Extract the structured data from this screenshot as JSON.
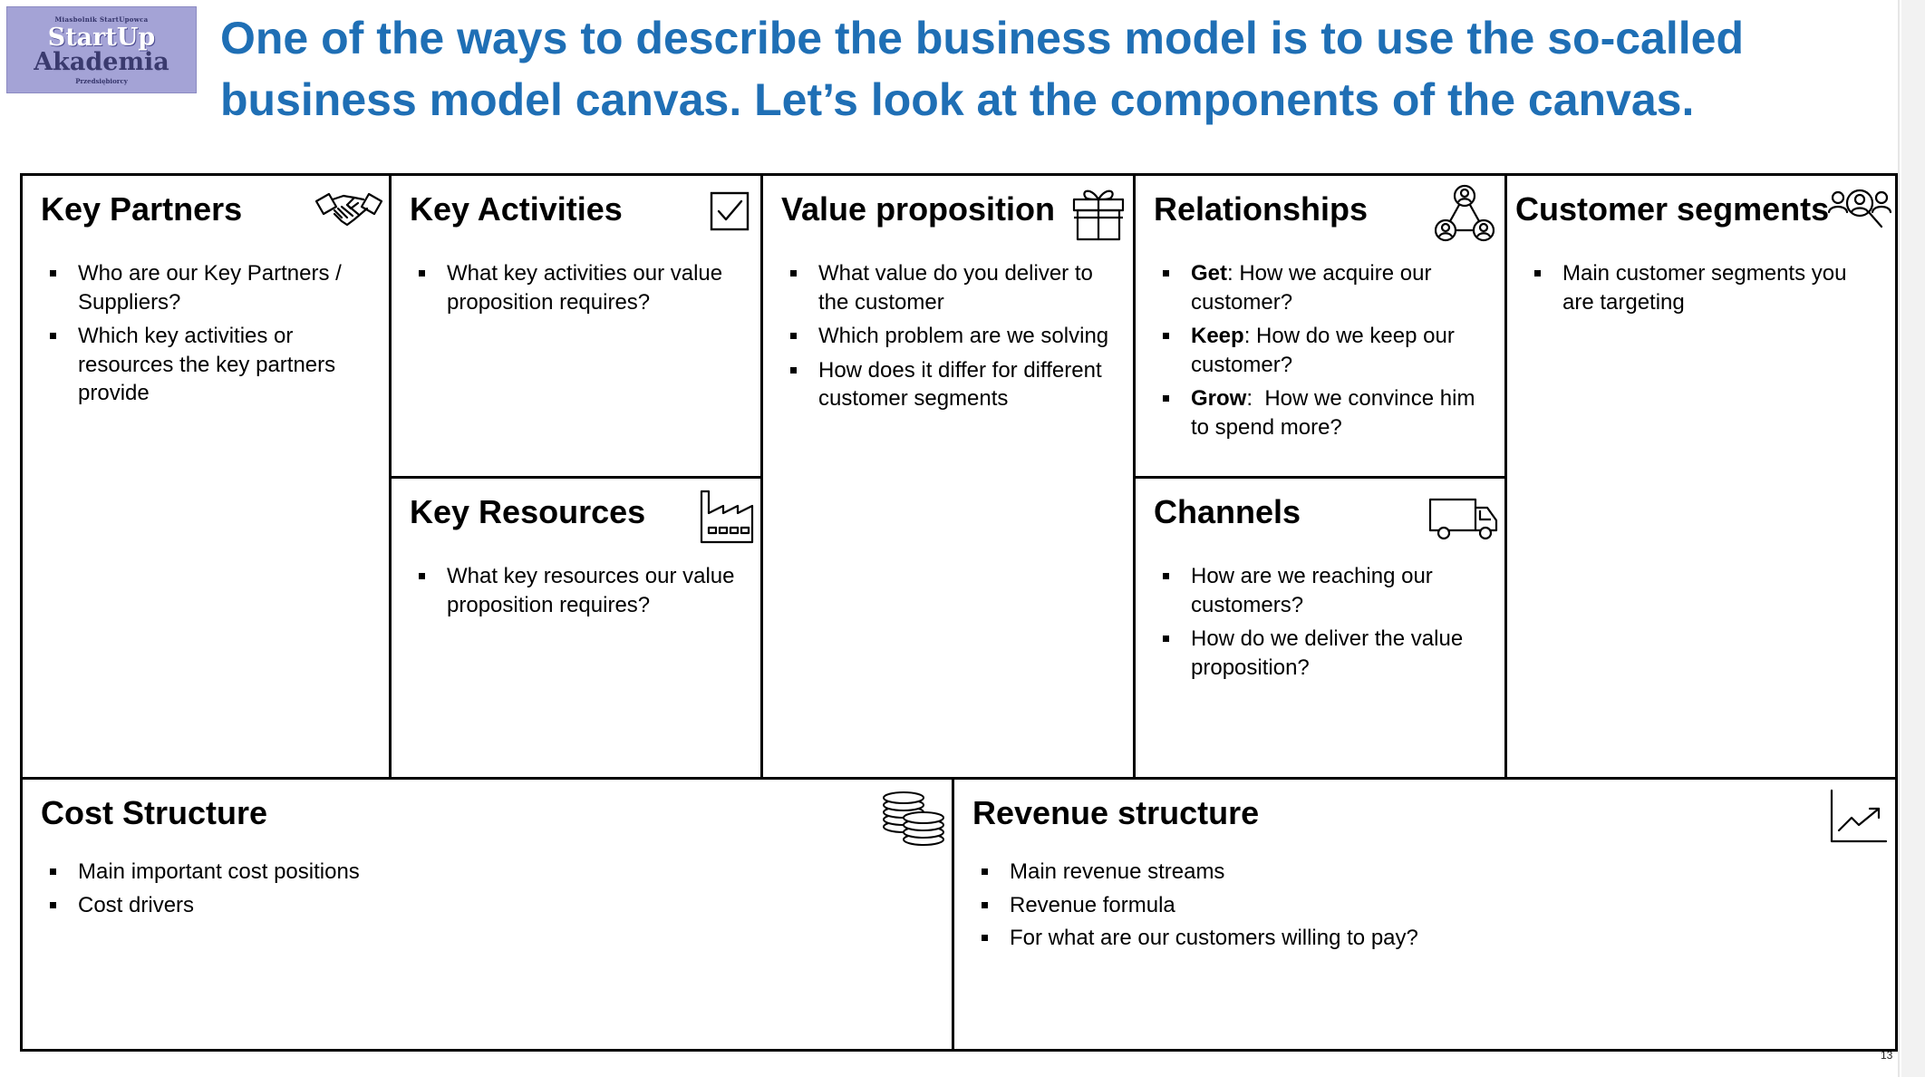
{
  "logo": {
    "top_text": "Miasbolnik StartUpowca",
    "line1": "StartUp",
    "line2": "Akademia",
    "bottom_text": "Przedsiębiorcy"
  },
  "headline": "One of the ways to describe the business model is to use the so-called business model canvas. Let’s look at the components of the canvas.",
  "canvas": {
    "key_partners": {
      "title": "Key Partners",
      "icon": "handshake-icon",
      "items": [
        "Who are our Key Partners / Suppliers?",
        "Which key activities or resources the key partners provide"
      ]
    },
    "key_activities": {
      "title": "Key Activities",
      "icon": "checkbox-icon",
      "items": [
        "What key activities our value proposition requires?"
      ]
    },
    "key_resources": {
      "title": "Key Resources",
      "icon": "factory-icon",
      "items": [
        "What key resources our value proposition requires?"
      ]
    },
    "value_proposition": {
      "title": "Value proposition",
      "icon": "gift-icon",
      "items": [
        "What value do you deliver to the customer",
        "Which problem are we solving",
        "How does it differ for different customer segments"
      ]
    },
    "relationships": {
      "title": "Relationships",
      "icon": "network-people-icon",
      "items": [
        {
          "bold": "Get",
          "text": ": How we acquire our customer?"
        },
        {
          "bold": "Keep",
          "text": ": How do we keep our customer?"
        },
        {
          "bold": "Grow",
          "text": ":  How we convince him to spend more?"
        }
      ]
    },
    "channels": {
      "title": "Channels",
      "icon": "truck-icon",
      "items": [
        "How are we reaching our customers?",
        "How do we deliver the value proposition?"
      ]
    },
    "customer_segments": {
      "title": "Customer segments",
      "icon": "people-search-icon",
      "items": [
        "Main customer segments you are targeting"
      ]
    },
    "cost_structure": {
      "title": "Cost Structure",
      "icon": "coins-icon",
      "items": [
        "Main important cost positions",
        "Cost drivers"
      ]
    },
    "revenue_structure": {
      "title": "Revenue structure",
      "icon": "growth-chart-icon",
      "items": [
        "Main revenue streams",
        "Revenue formula",
        "For what are our customers willing to pay?"
      ]
    }
  },
  "page_number": "13"
}
